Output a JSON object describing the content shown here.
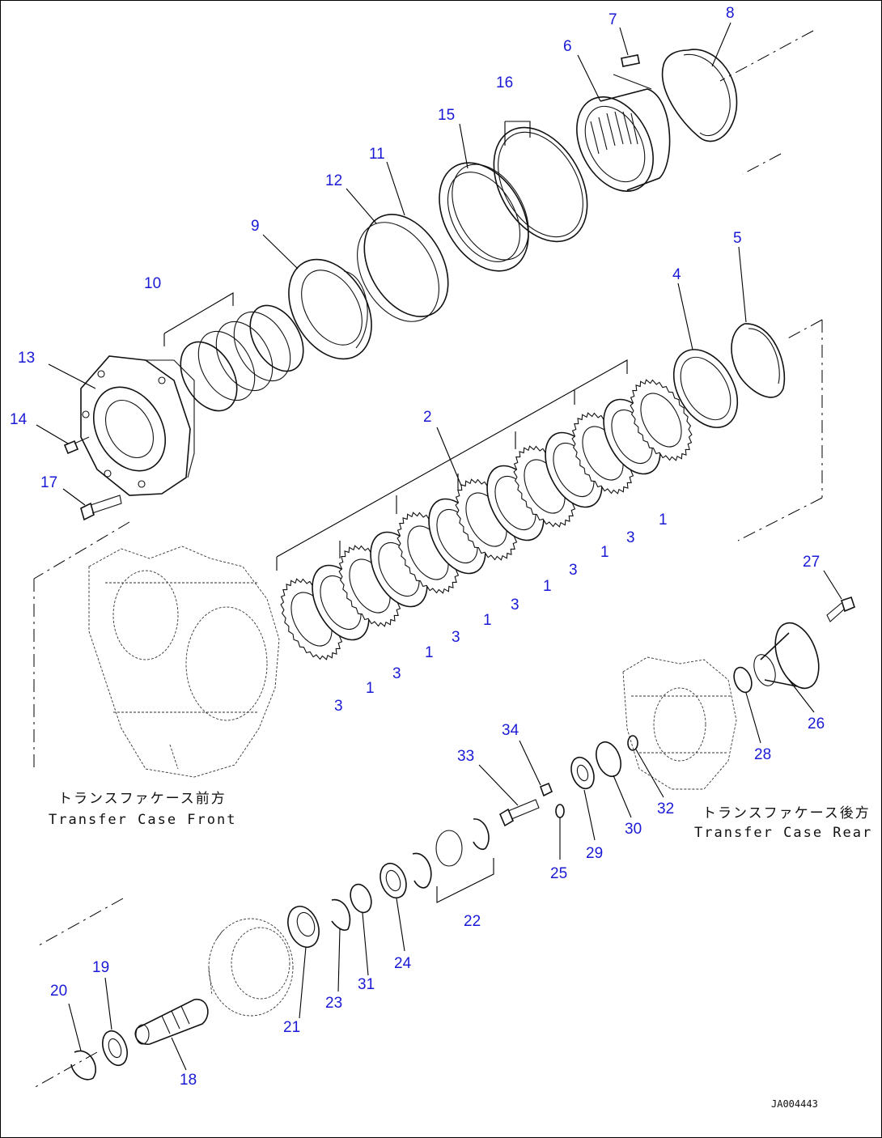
{
  "callouts": [
    {
      "id": "c7",
      "text": "7"
    },
    {
      "id": "c8",
      "text": "8"
    },
    {
      "id": "c6",
      "text": "6"
    },
    {
      "id": "c16",
      "text": "16"
    },
    {
      "id": "c15",
      "text": "15"
    },
    {
      "id": "c11",
      "text": "11"
    },
    {
      "id": "c12",
      "text": "12"
    },
    {
      "id": "c9",
      "text": "9"
    },
    {
      "id": "c10",
      "text": "10"
    },
    {
      "id": "c5",
      "text": "5"
    },
    {
      "id": "c4",
      "text": "4"
    },
    {
      "id": "c13",
      "text": "13"
    },
    {
      "id": "c14",
      "text": "14"
    },
    {
      "id": "c2",
      "text": "2"
    },
    {
      "id": "c17",
      "text": "17"
    },
    {
      "id": "c27",
      "text": "27"
    },
    {
      "id": "c26",
      "text": "26"
    },
    {
      "id": "c28",
      "text": "28"
    },
    {
      "id": "c34",
      "text": "34"
    },
    {
      "id": "c33",
      "text": "33"
    },
    {
      "id": "c32",
      "text": "32"
    },
    {
      "id": "c30",
      "text": "30"
    },
    {
      "id": "c29",
      "text": "29"
    },
    {
      "id": "c25",
      "text": "25"
    },
    {
      "id": "c22",
      "text": "22"
    },
    {
      "id": "c24",
      "text": "24"
    },
    {
      "id": "c31",
      "text": "31"
    },
    {
      "id": "c23",
      "text": "23"
    },
    {
      "id": "c21",
      "text": "21"
    },
    {
      "id": "c19",
      "text": "19"
    },
    {
      "id": "c20",
      "text": "20"
    },
    {
      "id": "c18",
      "text": "18"
    },
    {
      "id": "p3a",
      "text": "3"
    },
    {
      "id": "p1a",
      "text": "1"
    },
    {
      "id": "p3b",
      "text": "3"
    },
    {
      "id": "p1b",
      "text": "1"
    },
    {
      "id": "p3c",
      "text": "3"
    },
    {
      "id": "p1c",
      "text": "1"
    },
    {
      "id": "p3d",
      "text": "3"
    },
    {
      "id": "p1d",
      "text": "1"
    },
    {
      "id": "p3e",
      "text": "3"
    },
    {
      "id": "p1e",
      "text": "1"
    },
    {
      "id": "p3f",
      "text": "3"
    },
    {
      "id": "p1f",
      "text": "1"
    }
  ],
  "captions": {
    "front_jp": "トランスファケース前方",
    "front_en": "Transfer Case Front",
    "rear_jp": "トランスファケース後方",
    "rear_en": "Transfer Case Rear"
  },
  "drawing_code": "JA004443"
}
